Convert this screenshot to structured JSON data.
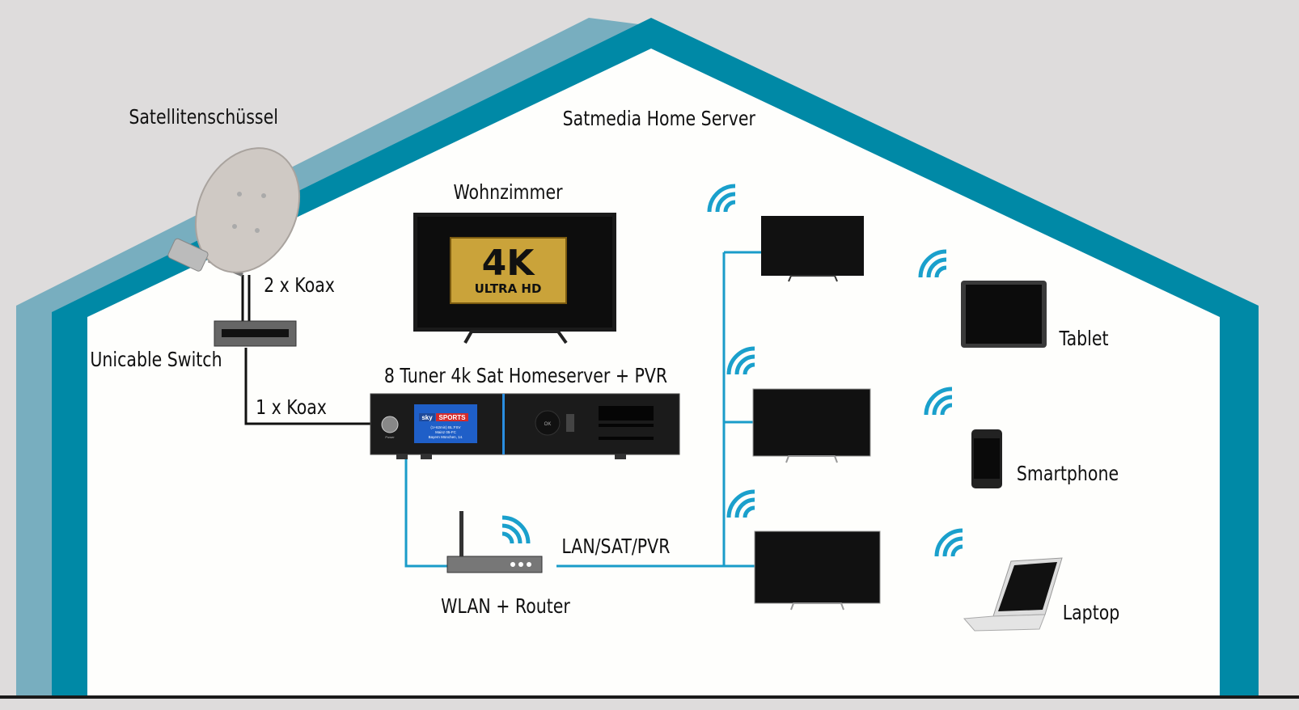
{
  "colors": {
    "background": "#dedcdc",
    "roof_light": "#78aebf",
    "roof_dark": "#0089a6",
    "interior": "#fefefc",
    "network_line": "#1a9cc9",
    "coax_line": "#111111",
    "wifi": "#1aa0cc"
  },
  "labels": {
    "satellite_dish": "Satellitenschüssel",
    "title": "Satmedia Home Server",
    "living_room": "Wohnzimmer",
    "coax_2": "2 x Koax",
    "unicable_switch": "Unicable Switch",
    "homeserver": "8 Tuner 4k Sat Homeserver + PVR",
    "coax_1": "1 x Koax",
    "lan": "LAN/SAT/PVR",
    "router": "WLAN + Router",
    "tablet": "Tablet",
    "smartphone": "Smartphone",
    "laptop": "Laptop"
  },
  "tv_logo": {
    "big": "4K",
    "small": "ULTRA HD"
  },
  "receiver_screen": {
    "brand_a": "sky",
    "brand_b": "SPORTS",
    "line1": "(1+62min) BL:FSV",
    "line2": "Mainz 05-FC",
    "line3": "Bayern München, 14.",
    "ok": "OK",
    "power": "Power"
  }
}
